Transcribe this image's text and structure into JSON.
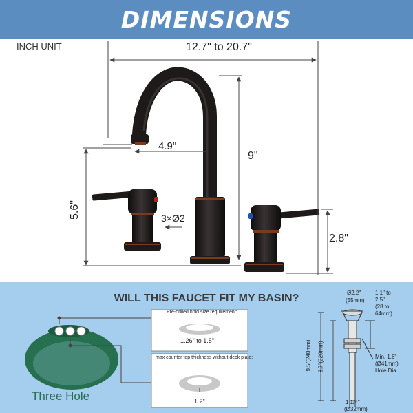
{
  "header": {
    "title": "DIMENSIONS"
  },
  "unit_label": "INCH UNIT",
  "dimensions": {
    "spread": "12.7\" to 20.7\"",
    "reach": "4.9\"",
    "height": "9\"",
    "handle_height": "5.6\"",
    "holes": "3×Ø2",
    "handle_base": "2.8\""
  },
  "fit_section": {
    "question": "WILL THIS FAUCET FIT MY BASIN?",
    "hole_req_title": "Pre-drilled hold size requirement:",
    "hole_size": "1.26\" to 1.5\"",
    "thickness_title": "max counter top thickness without deck plate:",
    "thickness": "1.2\"",
    "basin_label": "Three Hole"
  },
  "drain": {
    "top_dia": "Ø2.2\"",
    "top_dia_mm": "(55mm)",
    "range": "1.1\" to",
    "range_2": "2.5\"",
    "range_mm": "(28 to",
    "range_mm_2": "64mm)",
    "total_h": "9.5\"(240mm)",
    "body_h": "8.7\"(220mm)",
    "hole_min": "Min. 1.6\"",
    "hole_min_mm": "(Ø41mm)",
    "hole_dia": "Hole Dia",
    "bottom_dia": "1 1/4\"",
    "bottom_dia_mm": "(Ø32mm)"
  },
  "colors": {
    "banner": "#5b8dc0",
    "lower_bg": "#a4cdee",
    "finish": "#1e1a1a",
    "copper": "#7a3a1e",
    "basin": "#27704f"
  }
}
